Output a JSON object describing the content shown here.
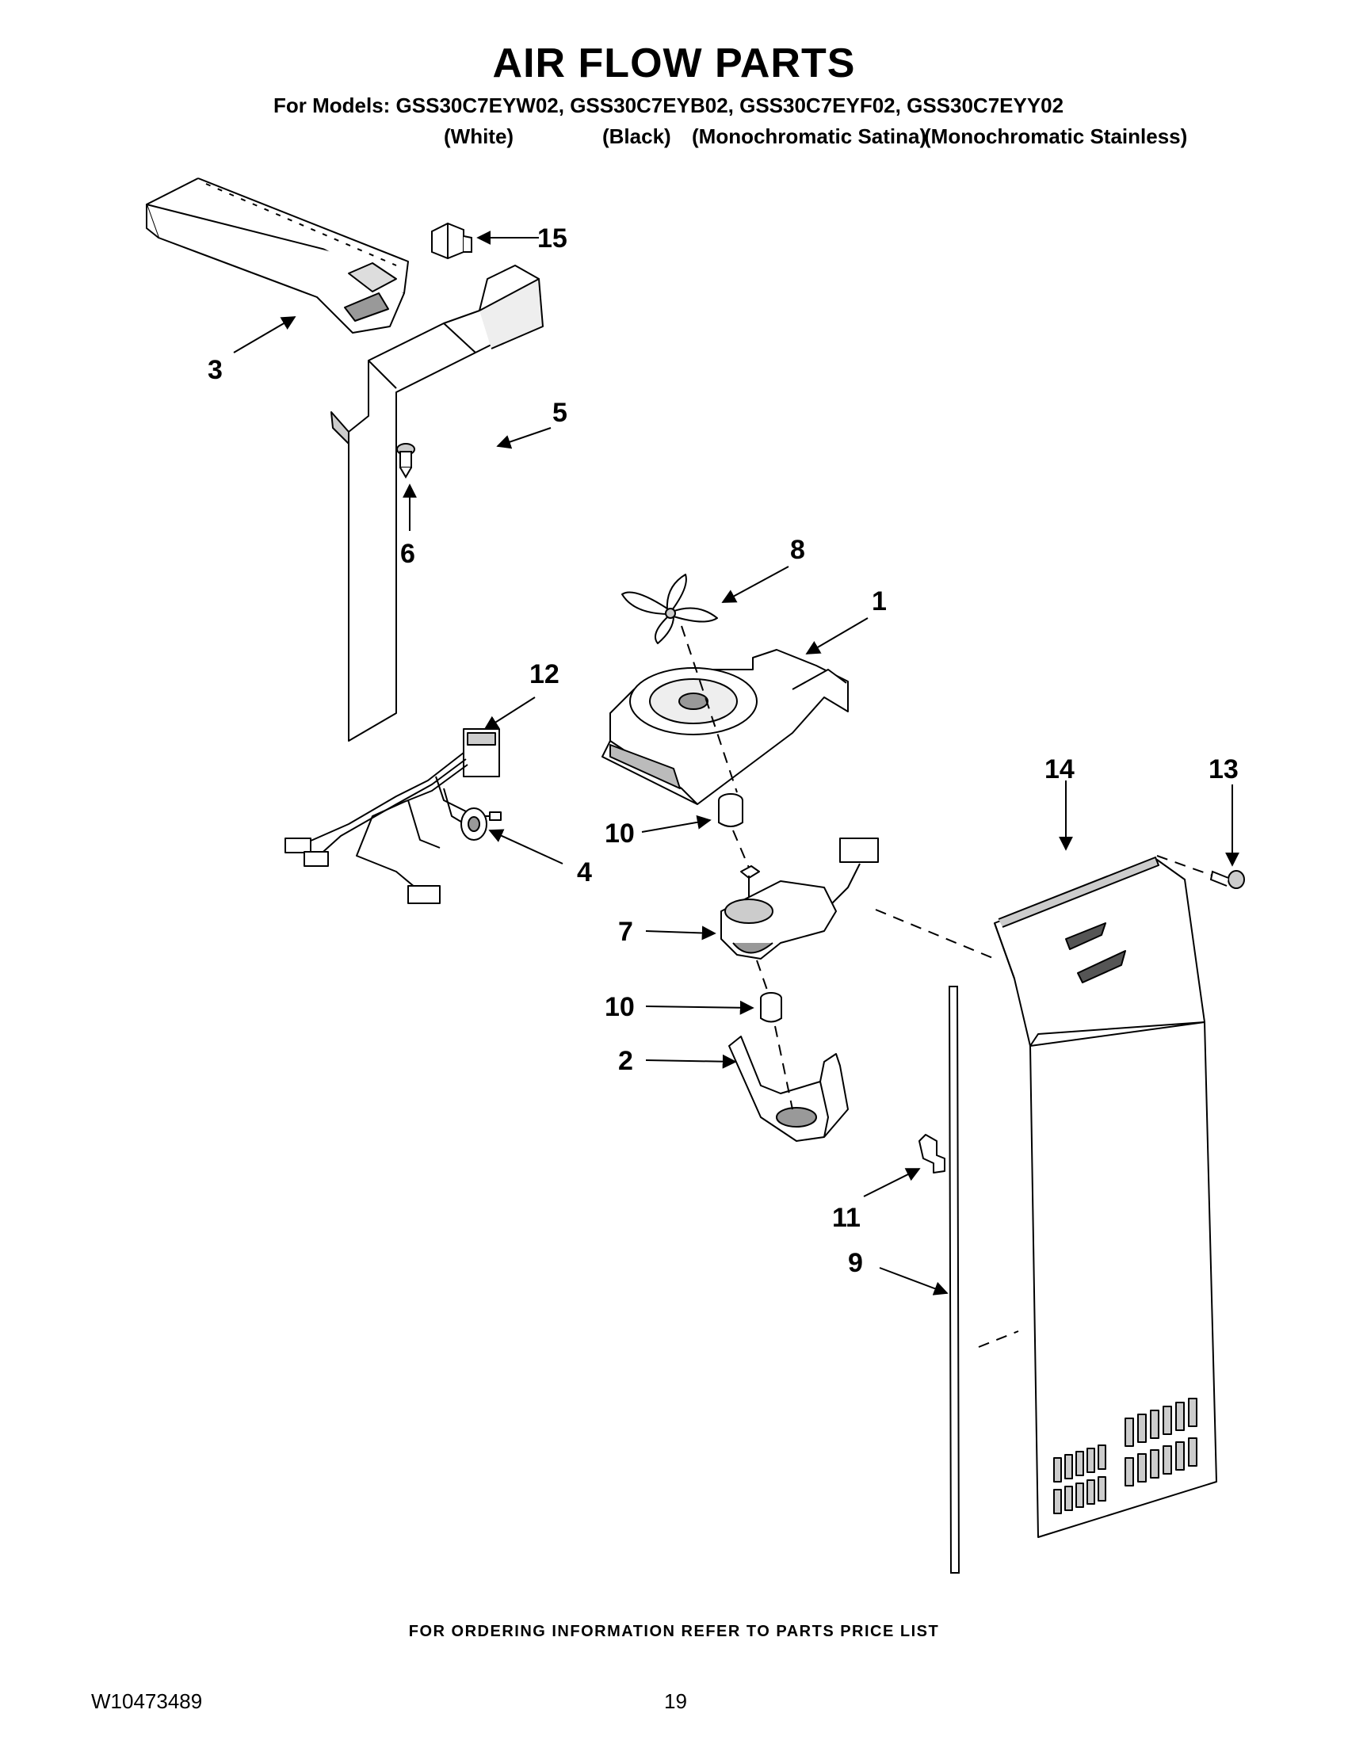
{
  "header": {
    "title": "AIR FLOW PARTS",
    "models_line": "For Models: GSS30C7EYW02, GSS30C7EYB02, GSS30C7EYF02, GSS30C7EYY02",
    "finishes": [
      "(White)",
      "(Black)",
      "(Monochromatic Satina)",
      "(Monochromatic Stainless)"
    ]
  },
  "callouts": {
    "p1": "1",
    "p2": "2",
    "p3": "3",
    "p4": "4",
    "p5": "5",
    "p6": "6",
    "p7": "7",
    "p8": "8",
    "p9": "9",
    "p10a": "10",
    "p10b": "10",
    "p11": "11",
    "p12": "12",
    "p13": "13",
    "p14": "14",
    "p15": "15"
  },
  "footer": {
    "ordering_note": "FOR ORDERING INFORMATION REFER TO PARTS PRICE LIST",
    "document_number": "W10473489",
    "page_number": "19"
  }
}
